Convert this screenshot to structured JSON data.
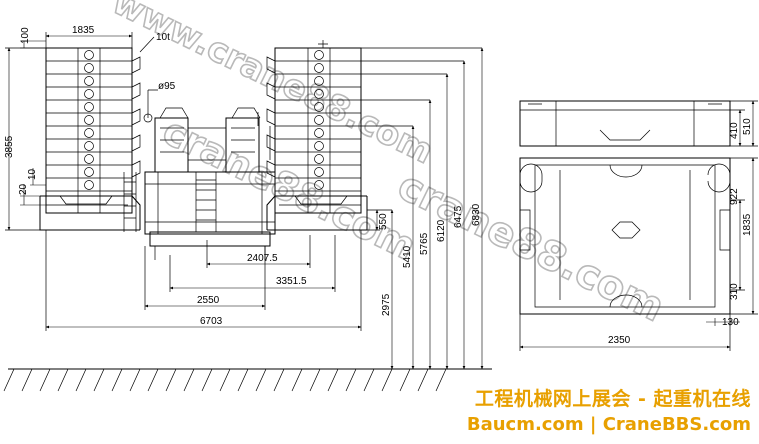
{
  "front_view": {
    "dim_100": "100",
    "dim_1835_top": "1835",
    "dim_10t": "10t",
    "dim_phi95": "ø95",
    "dim_3855": "3855",
    "dim_10": "10",
    "dim_20": "20",
    "dim_2407_5": "2407.5",
    "dim_3351_5": "3351.5",
    "dim_2550": "2550",
    "dim_6703": "6703",
    "dim_550": "550",
    "dim_2975": "2975",
    "dim_5410": "5410",
    "dim_5765": "5765",
    "dim_6120": "6120",
    "dim_6475": "6475",
    "dim_6830": "6830"
  },
  "side_view": {
    "dim_410": "410",
    "dim_510": "510",
    "dim_922": "922",
    "dim_1835": "1835",
    "dim_310": "310",
    "dim_130": "130",
    "dim_2350": "2350"
  },
  "watermark": {
    "line1": "www.crane88.com",
    "line2": "crane88.com",
    "line3": "crane88.com"
  },
  "footer": {
    "chinese": "工程机械网上展会 - 起重机在线",
    "urls": "Baucm.com | CraneBBS.com"
  }
}
